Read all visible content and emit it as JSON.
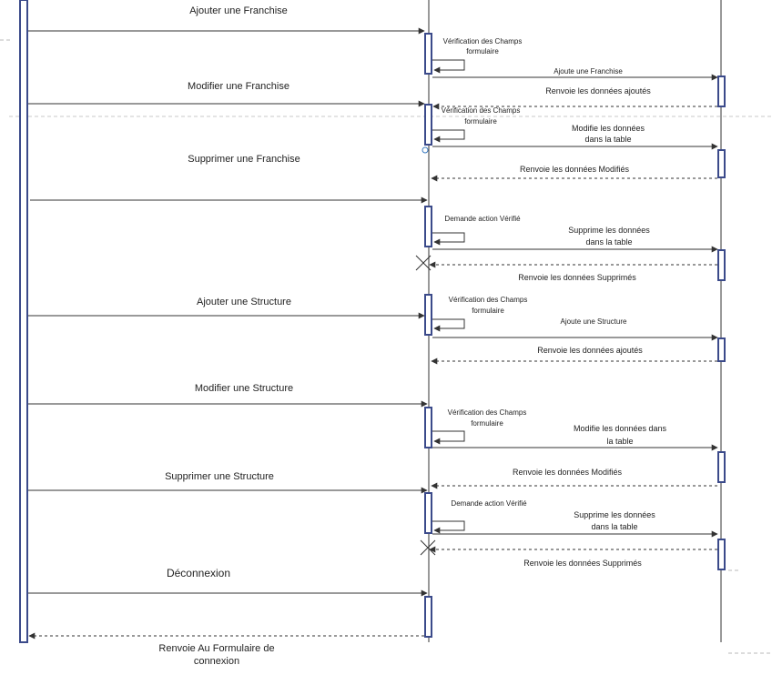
{
  "diagram": {
    "colors": {
      "line": "#333333",
      "activation_stroke": "#3b4a8a",
      "activation_fill": "#ffffff",
      "dash_separator": "#b8b8b8",
      "return_dash": "#333333"
    },
    "messages": {
      "ajouter_franchise": "Ajouter une Franchise",
      "modifier_franchise": "Modifier une Franchise",
      "supprimer_franchise": "Supprimer une Franchise",
      "ajouter_structure": "Ajouter une Structure",
      "modifier_structure": "Modifier une Structure",
      "supprimer_structure": "Supprimer une Structure",
      "deconnexion": "Déconnexion",
      "renvoie_formulaire_l1": "Renvoie Au Formulaire de",
      "renvoie_formulaire_l2": "connexion"
    },
    "controller": {
      "verif_champs_l1": "Vérification des Champs",
      "verif_champs_l2": "formulaire",
      "demande_action": "Demande action Vérifié"
    },
    "database": {
      "ajoute_franchise": "Ajoute une Franchise",
      "ajoute_structure": "Ajoute une Structure",
      "modifie_donnees_l1": "Modifie les données",
      "modifie_donnees_l2": "dans la table",
      "modifie_donnees_dans_l1": "Modifie les données dans",
      "modifie_donnees_dans_l2": "la table",
      "supprime_donnees_l1": "Supprime les données",
      "supprime_donnees_l2": "dans la table",
      "renvoie_ajoutes": "Renvoie les données ajoutés",
      "renvoie_modifies": "Renvoie les données Modifiés",
      "renvoie_supprimes": "Renvoie les données Supprimés"
    }
  }
}
